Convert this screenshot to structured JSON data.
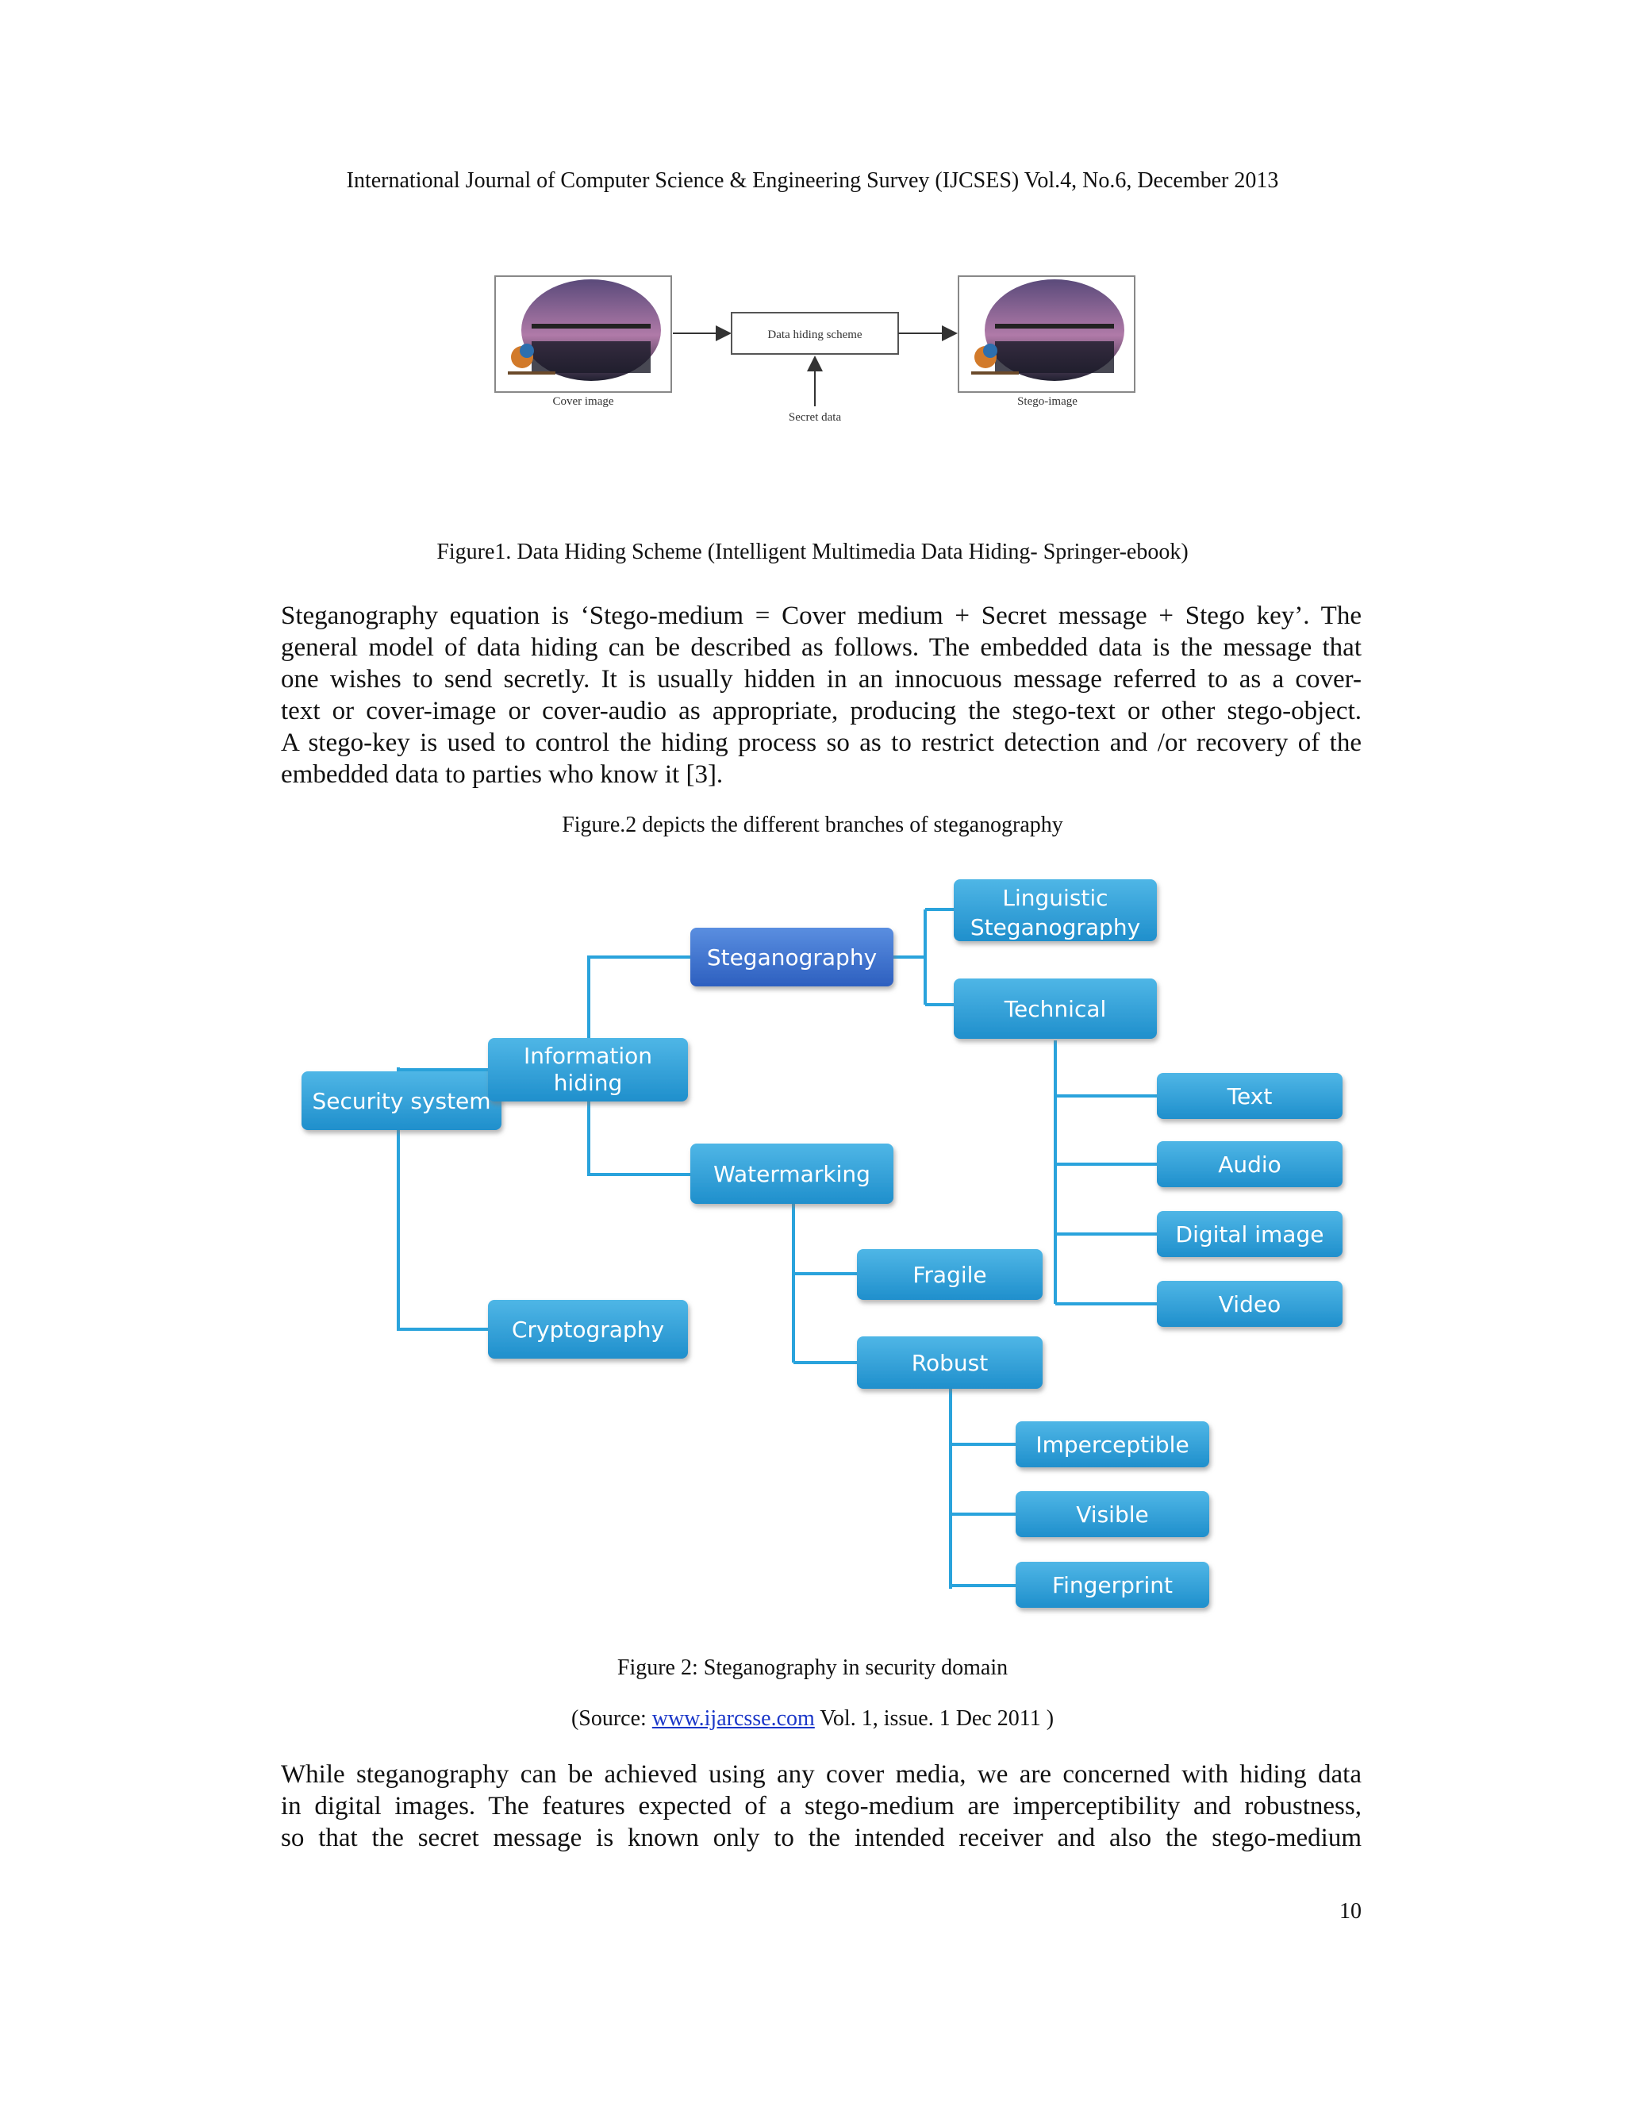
{
  "header": "International Journal of Computer Science & Engineering Survey (IJCSES) Vol.4, No.6, December 2013",
  "figure1": {
    "cover_label": "Cover image",
    "scheme_label": "Data hiding scheme",
    "stego_label": "Stego-image",
    "secret_label": "Secret data",
    "caption": "Figure1. Data Hiding Scheme (Intelligent Multimedia Data Hiding- Springer-ebook)"
  },
  "paragraph1": {
    "lines": [
      "Steganography equation is ‘Stego-medium = Cover medium + Secret message + Stego key’. The",
      "general model of data hiding can be described as follows. The embedded data is the message that",
      "one wishes to send secretly. It is usually hidden in an innocuous message referred to as a cover-",
      "text or cover-image or cover-audio as appropriate, producing the stego-text or other stego-object.",
      "A stego-key is used to control the hiding process so as to restrict detection and /or recovery of the",
      "embedded data to parties who know it [3]."
    ]
  },
  "figure2_intro": "Figure.2 depicts the different branches of steganography",
  "figure2": {
    "nodes": {
      "security_system": "Security system",
      "information_hiding_1": "Information",
      "information_hiding_2": "hiding",
      "cryptography": "Cryptography",
      "steganography": "Steganography",
      "watermarking": "Watermarking",
      "linguistic_1": "Linguistic",
      "linguistic_2": "Steganography",
      "technical": "Technical",
      "text": "Text",
      "audio": "Audio",
      "digital_image": "Digital image",
      "video": "Video",
      "fragile": "Fragile",
      "robust": "Robust",
      "imperceptible": "Imperceptible",
      "visible": "Visible",
      "fingerprint": "Fingerprint"
    },
    "colors": {
      "node": "#2a9bd6",
      "node_highlight": "#3268c8",
      "connector": "#2aa3dc"
    },
    "caption": "Figure 2: Steganography in security domain",
    "source_prefix": "(Source: ",
    "source_link": "www.ijarcsse.com",
    "source_suffix": " Vol. 1, issue. 1 Dec 2011 )"
  },
  "paragraph2": {
    "lines": [
      "While steganography can be achieved using any cover media, we are concerned with hiding data",
      "in digital images. The features expected of a stego-medium are imperceptibility and robustness,",
      "so that the secret message is known only to the intended receiver and also the stego-medium"
    ]
  },
  "page_number": "10"
}
